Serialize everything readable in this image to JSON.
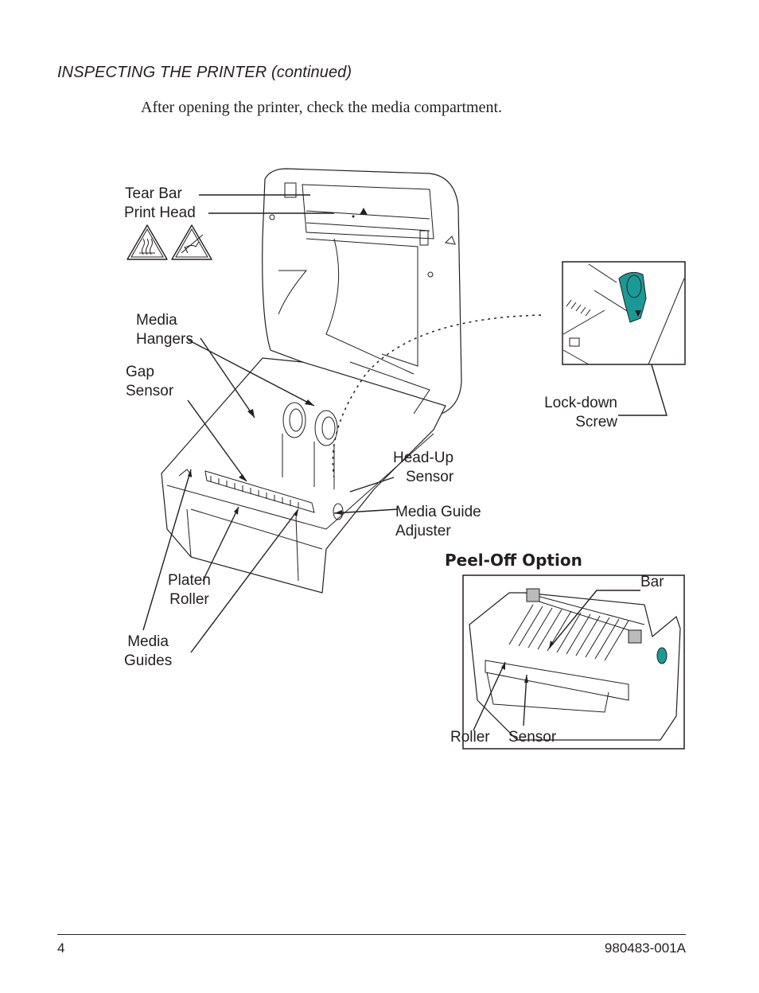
{
  "page": {
    "heading": "INSPECTING THE PRINTER (continued)",
    "intro": "After opening the printer, check the media compartment."
  },
  "figure": {
    "labels": {
      "tear_bar": "Tear Bar",
      "print_head": "Print Head",
      "media_hangers": [
        "Media",
        "Hangers"
      ],
      "gap_sensor": [
        "Gap",
        "Sensor"
      ],
      "head_up_sensor": [
        "Head-Up",
        "Sensor"
      ],
      "media_guide_adjuster": [
        "Media Guide",
        "Adjuster"
      ],
      "platen_roller": [
        "Platen",
        "Roller"
      ],
      "media_guides": [
        "Media",
        "Guides"
      ],
      "lock_down_screw": [
        "Lock-down",
        "Screw"
      ]
    },
    "warning_icons": [
      "hot-surface-warning-icon",
      "electrostatic-discharge-warning-icon"
    ],
    "inset_accent_color": "#1a9a96",
    "peel_off": {
      "title": "Peel-Off Option",
      "labels": {
        "bar": "Bar",
        "roller": "Roller",
        "sensor": "Sensor"
      }
    }
  },
  "footer": {
    "page_number": "4",
    "document_number": "980483-001A"
  }
}
